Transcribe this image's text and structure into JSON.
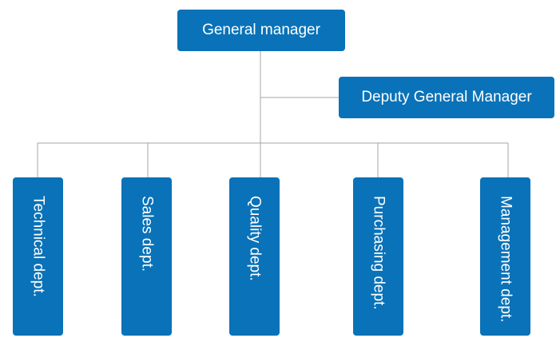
{
  "chart": {
    "root": {
      "label": "General manager"
    },
    "deputy": {
      "label": "Deputy General Manager"
    },
    "departments": [
      {
        "label": "Technical dept."
      },
      {
        "label": "Sales dept."
      },
      {
        "label": "Quality dept."
      },
      {
        "label": "Purchasing dept."
      },
      {
        "label": "Management dept."
      }
    ]
  },
  "colors": {
    "box_fill": "#0a72b8",
    "box_text": "#ffffff",
    "connector": "#a6a6a6"
  }
}
